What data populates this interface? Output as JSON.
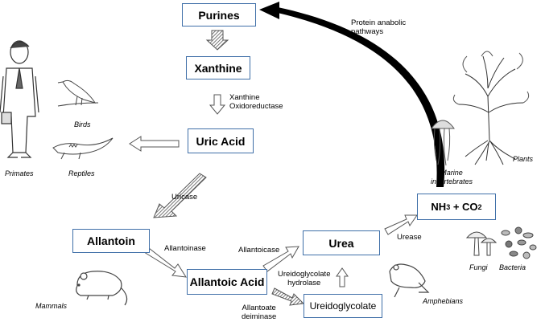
{
  "nodes": {
    "purines": "Purines",
    "xanthine": "Xanthine",
    "uric_acid": "Uric Acid",
    "allantoin": "Allantoin",
    "allantoic_acid": "Allantoic Acid",
    "urea": "Urea",
    "ureidoglycolate": "Ureidoglycolate",
    "nh3": "NH",
    "nh3_sub": "3",
    "plus": " + CO",
    "co2_sub": "2"
  },
  "enzymes": {
    "xanthine_oxidoreductase_1": "Xanthine",
    "xanthine_oxidoreductase_2": "Oxidoreductase",
    "uricase": "Uricase",
    "allantoinase": "Allantoinase",
    "allantoicase": "Allantoicase",
    "allantoate_deiminase_1": "Allantoate",
    "allantoate_deiminase_2": "deiminase",
    "ureidoglycolate_hydrolase_1": "Ureidoglycolate",
    "ureidoglycolate_hydrolase_2": "hydrolase",
    "urease": "Urease",
    "protein_anabolic_1": "Protein anabolic",
    "protein_anabolic_2": "pathways"
  },
  "organisms": {
    "primates": "Primates",
    "birds": "Birds",
    "reptiles": "Reptiles",
    "mammals": "Mammals",
    "amphibians": "Amphebians",
    "marine_1": "Marine",
    "marine_2": "invertebrates",
    "plants": "Plants",
    "fungi": "Fungi",
    "bacteria": "Bacteria"
  }
}
